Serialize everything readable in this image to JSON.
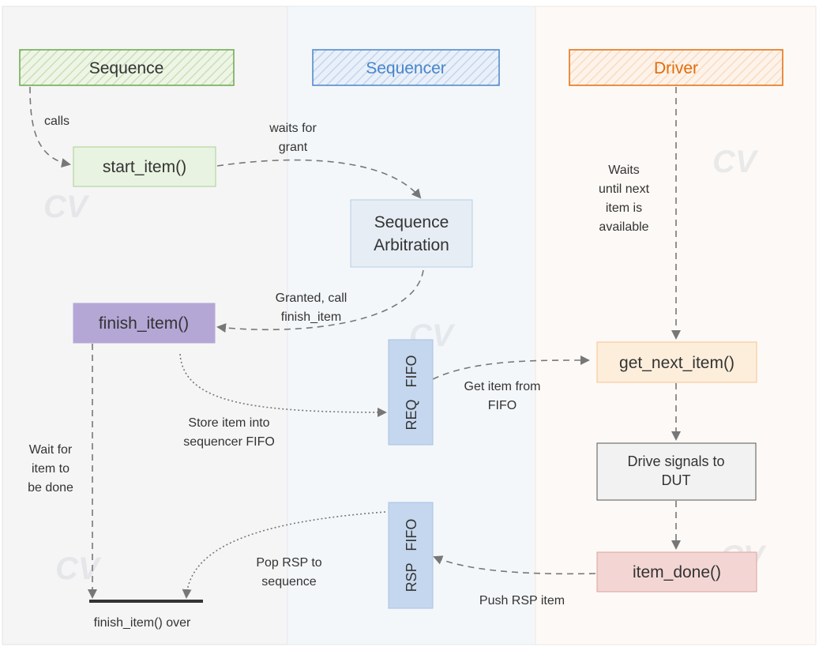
{
  "lanes": {
    "sequence": {
      "title": "Sequence",
      "title_color": "#4a4a4a",
      "border_color": "#6aa84f",
      "bg_color": "#f5f5f5"
    },
    "sequencer": {
      "title": "Sequencer",
      "title_color": "#4a86c8",
      "border_color": "#4a86c8",
      "bg_color": "#f4f7fa"
    },
    "driver": {
      "title": "Driver",
      "title_color": "#e46c0a",
      "border_color": "#e46c0a",
      "bg_color": "#fdf9f6"
    }
  },
  "nodes": {
    "start_item": "start_item()",
    "arbitration_line1": "Sequence",
    "arbitration_line2": "Arbitration",
    "finish_item": "finish_item()",
    "req_fifo": "REQ   FIFO",
    "rsp_fifo": "RSP   FIFO",
    "get_next_item": "get_next_item()",
    "drive_line1": "Drive signals to",
    "drive_line2": "DUT",
    "item_done": "item_done()",
    "finish_over": "finish_item() over"
  },
  "notes": {
    "calls": "calls",
    "waits_grant_1": "waits for",
    "waits_grant_2": "grant",
    "granted_1": "Granted, call",
    "granted_2": "finish_item",
    "store_1": "Store item into",
    "store_2": "sequencer FIFO",
    "get_fifo_1": "Get item from",
    "get_fifo_2": "FIFO",
    "waits_next_1": "Waits",
    "waits_next_2": "until next",
    "waits_next_3": "item is",
    "waits_next_4": "available",
    "wait_done_1": "Wait for",
    "wait_done_2": "item to",
    "wait_done_3": "be done",
    "pop_rsp_1": "Pop RSP to",
    "pop_rsp_2": "sequence",
    "push_rsp": "Push RSP item"
  },
  "colors": {
    "start_item_fill": "#e9f3e1",
    "start_item_border": "#a9cf8e",
    "arbitration_fill": "#e6edf5",
    "arbitration_border": "#b8cde4",
    "finish_item_fill": "#b4a7d6",
    "fifo_fill": "#c5d7ee",
    "fifo_border": "#a7c0e2",
    "get_next_fill": "#fdeedb",
    "get_next_border": "#f6c38d",
    "drive_fill": "#f2f2f2",
    "drive_border": "#555555",
    "item_done_fill": "#f3d6d4",
    "item_done_border": "#dda19c",
    "arrow": "#777777"
  }
}
